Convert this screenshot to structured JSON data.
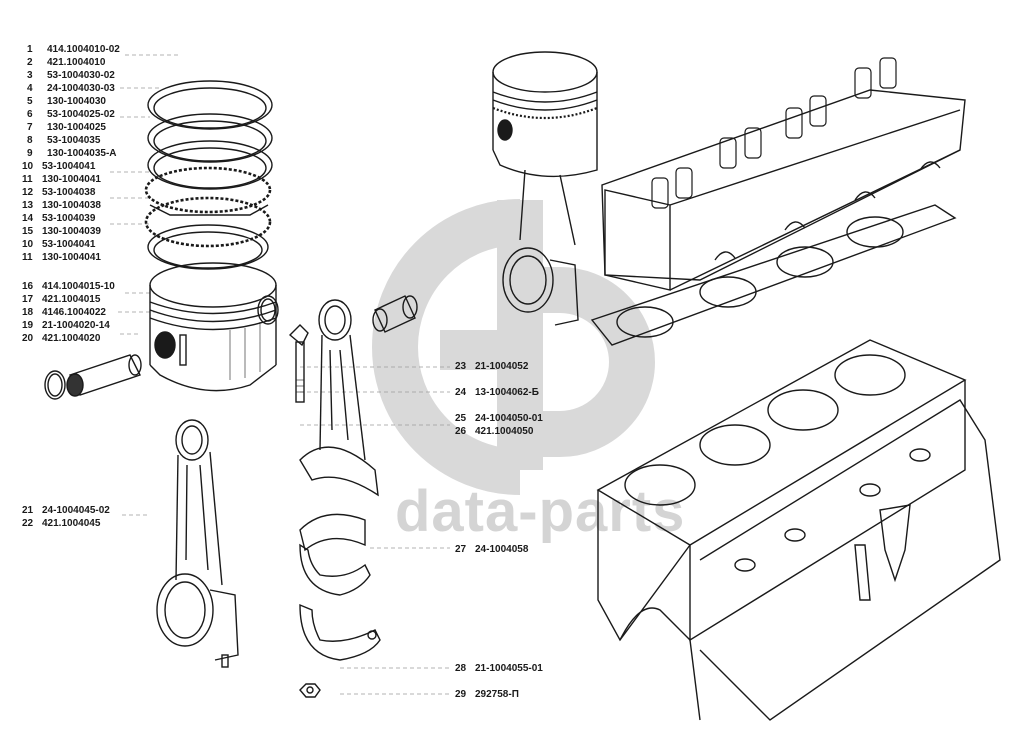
{
  "diagram": {
    "watermark": {
      "logo": "GP",
      "text": "data-parts",
      "color": "#d4d4d4"
    },
    "ink_color": "#1a1a1a",
    "callouts_left_top": [
      {
        "num": "1",
        "part": "414.1004010-02"
      },
      {
        "num": "2",
        "part": "421.1004010"
      },
      {
        "num": "3",
        "part": "53-1004030-02"
      },
      {
        "num": "4",
        "part": "24-1004030-03"
      },
      {
        "num": "5",
        "part": "130-1004030"
      },
      {
        "num": "6",
        "part": "53-1004025-02"
      },
      {
        "num": "7",
        "part": "130-1004025"
      },
      {
        "num": "8",
        "part": "53-1004035"
      },
      {
        "num": "9",
        "part": "130-1004035-А"
      },
      {
        "num": "10",
        "part": "53-1004041"
      },
      {
        "num": "11",
        "part": "130-1004041"
      },
      {
        "num": "12",
        "part": "53-1004038"
      },
      {
        "num": "13",
        "part": "130-1004038"
      },
      {
        "num": "14",
        "part": "53-1004039"
      },
      {
        "num": "15",
        "part": "130-1004039"
      },
      {
        "num": "10",
        "part": "53-1004041"
      },
      {
        "num": "11",
        "part": "130-1004041"
      }
    ],
    "callouts_left_mid": [
      {
        "num": "16",
        "part": "414.1004015-10"
      },
      {
        "num": "17",
        "part": "421.1004015"
      },
      {
        "num": "18",
        "part": "4146.1004022"
      },
      {
        "num": "19",
        "part": "21-1004020-14"
      },
      {
        "num": "20",
        "part": "421.1004020"
      }
    ],
    "callouts_left_bottom": [
      {
        "num": "21",
        "part": "24-1004045-02"
      },
      {
        "num": "22",
        "part": "421.1004045"
      }
    ],
    "callouts_center": [
      {
        "num": "23",
        "part": "21-1004052"
      },
      {
        "num": "24",
        "part": "13-1004062-Б"
      },
      {
        "num": "25",
        "part": "24-1004050-01"
      },
      {
        "num": "26",
        "part": "421.1004050"
      },
      {
        "num": "27",
        "part": "24-1004058"
      },
      {
        "num": "28",
        "part": "21-1004055-01"
      },
      {
        "num": "29",
        "part": "292758-П"
      }
    ],
    "components": [
      "piston-rings-set",
      "piston",
      "piston-pin",
      "piston-pin-circlips",
      "connecting-rod-assembly-left",
      "connecting-rod-bolt",
      "connecting-rod-exploded",
      "small-end-bushing",
      "piston-rod-assembly",
      "cylinder-head",
      "head-gasket",
      "cylinder-block",
      "big-end-bearing-shells",
      "rod-cap",
      "rod-nut"
    ]
  }
}
